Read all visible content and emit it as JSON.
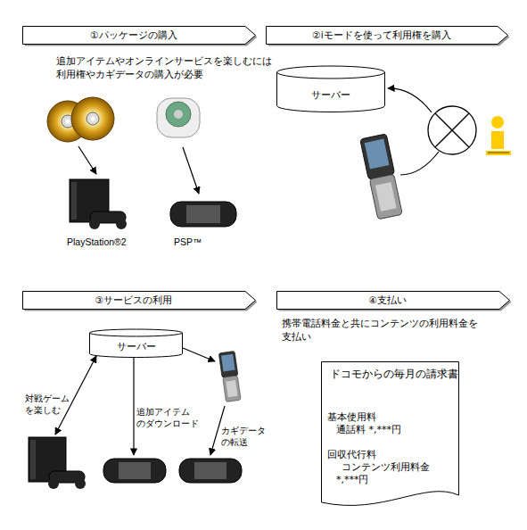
{
  "diagram": {
    "nodes": [
      {
        "text": [
          "①パッケージの購入"
        ]
      },
      {
        "text": [
          "②iモードを使って利用権を購入"
        ]
      },
      {
        "text": [
          "PlayStation®2"
        ]
      },
      {
        "text": [
          "PSP™"
        ]
      },
      {
        "text": [
          "サーバー"
        ]
      },
      {
        "text": [
          "③サービスの利用"
        ]
      },
      {
        "text": [
          "④支払い"
        ]
      },
      {
        "text": [
          "サーバー"
        ]
      },
      {
        "text": [
          "ドコモからの毎月の請求書",
          "基本使用料",
          "通話料 *,***円",
          "回収代行料",
          "コンテンツ利用料金 *,***円"
        ]
      }
    ],
    "labels": [
      "追加アイテムやオンラインサービスを楽しむには 利用権やカギデータの購入が必要",
      "携帯電話料金と共にコンテンツの利用料金を 支払い",
      "対戦ゲーム を楽しむ",
      "追加アイテム のダウンロード",
      "カギデータ の転送"
    ]
  }
}
